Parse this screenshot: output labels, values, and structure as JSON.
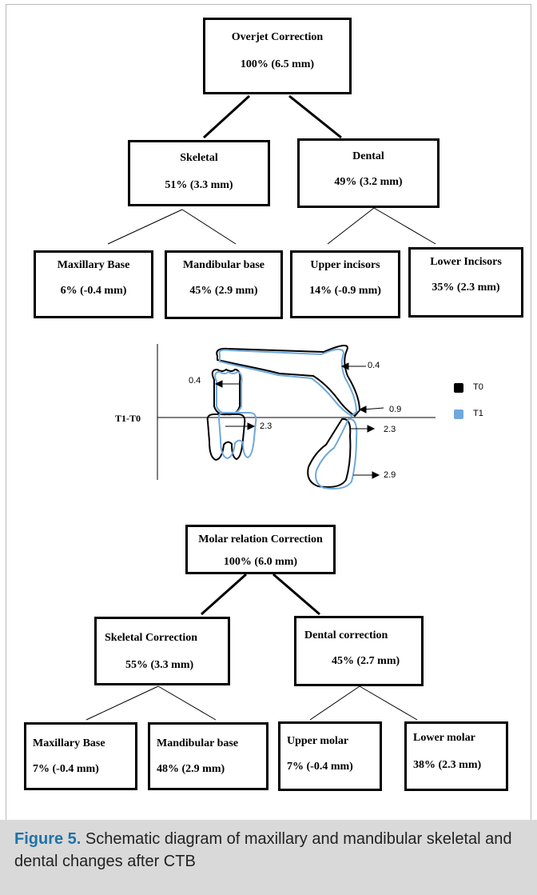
{
  "overjet": {
    "root": {
      "title": "Overjet Correction",
      "value": "100% (6.5 mm)"
    },
    "skeletal": {
      "title": "Skeletal",
      "value": "51% (3.3 mm)"
    },
    "dental": {
      "title": "Dental",
      "value": "49% (3.2 mm)"
    },
    "maxillary": {
      "title": "Maxillary Base",
      "value": "6% (-0.4 mm)"
    },
    "mandibular": {
      "title": "Mandibular base",
      "value": "45% (2.9 mm)"
    },
    "upper": {
      "title": "Upper incisors",
      "value": "14% (-0.9 mm)"
    },
    "lower": {
      "title": "Lower Incisors",
      "value": "35% (2.3 mm)"
    }
  },
  "figure": {
    "row_label": "T1-T0",
    "labels": {
      "incisor_top": "0.4",
      "molar_upper": "0.4",
      "incisor_tip": "0.9",
      "molar_lower": "2.3",
      "incisor_lower": "2.3",
      "mandible": "2.9"
    },
    "legend": [
      {
        "label": "T0",
        "color": "#000000"
      },
      {
        "label": "T1",
        "color": "#6fa8dc"
      }
    ]
  },
  "molar": {
    "root": {
      "title": "Molar relation Correction",
      "value": "100% (6.0 mm)"
    },
    "skeletal": {
      "title": "Skeletal Correction",
      "value": "55% (3.3 mm)"
    },
    "dental": {
      "title": "Dental correction",
      "value": "45% (2.7 mm)"
    },
    "maxillary": {
      "title": "Maxillary Base",
      "value": "7% (-0.4 mm)"
    },
    "mandibular": {
      "title": "Mandibular base",
      "value": "48% (2.9 mm)"
    },
    "upper": {
      "title": "Upper molar",
      "value": "7% (-0.4 mm)"
    },
    "lower": {
      "title": "Lower molar",
      "value": "38% (2.3 mm)"
    }
  },
  "caption": {
    "label": "Figure 5.",
    "text": " Schematic diagram of maxillary and mandibular skeletal and dental changes after CTB"
  }
}
